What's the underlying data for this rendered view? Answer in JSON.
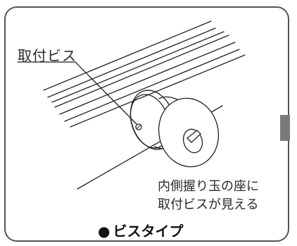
{
  "callout": {
    "label": "取付ビス"
  },
  "note": {
    "line1": "内側握り玉の座に",
    "line2": "取付ビスが見える"
  },
  "caption": {
    "bullet": "●",
    "text": "ビスタイプ"
  },
  "colors": {
    "line": "#222222",
    "frame": "#555555",
    "tab": "#7a7a7a"
  },
  "icons": {
    "part": "door-knob-icon",
    "screw": "screw-icon"
  }
}
